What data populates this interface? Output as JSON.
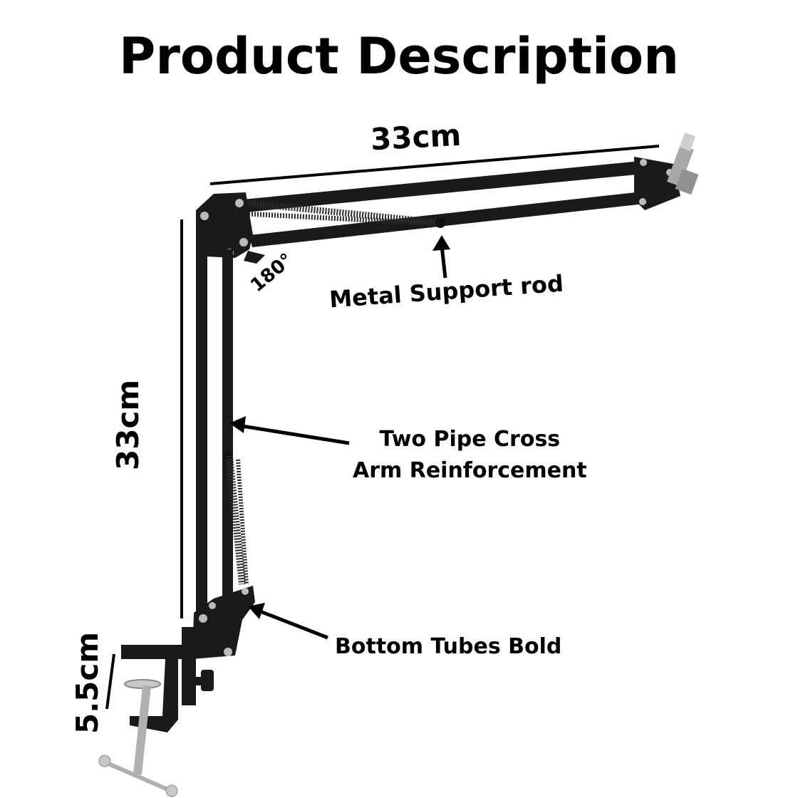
{
  "title": "Product Description",
  "dimensions": {
    "top_arm": "33cm",
    "vertical_arm": "33cm",
    "clamp": "5.5cm"
  },
  "angle": "180°",
  "callouts": {
    "metal_support_rod": "Metal Support rod",
    "two_pipe_line1": "Two Pipe Cross",
    "two_pipe_line2": "Arm Reinforcement",
    "bottom_tubes": "Bottom Tubes Bold"
  },
  "colors": {
    "arm": "#1a1a1a",
    "metal": "#b8b8b8",
    "background": "#ffffff"
  }
}
